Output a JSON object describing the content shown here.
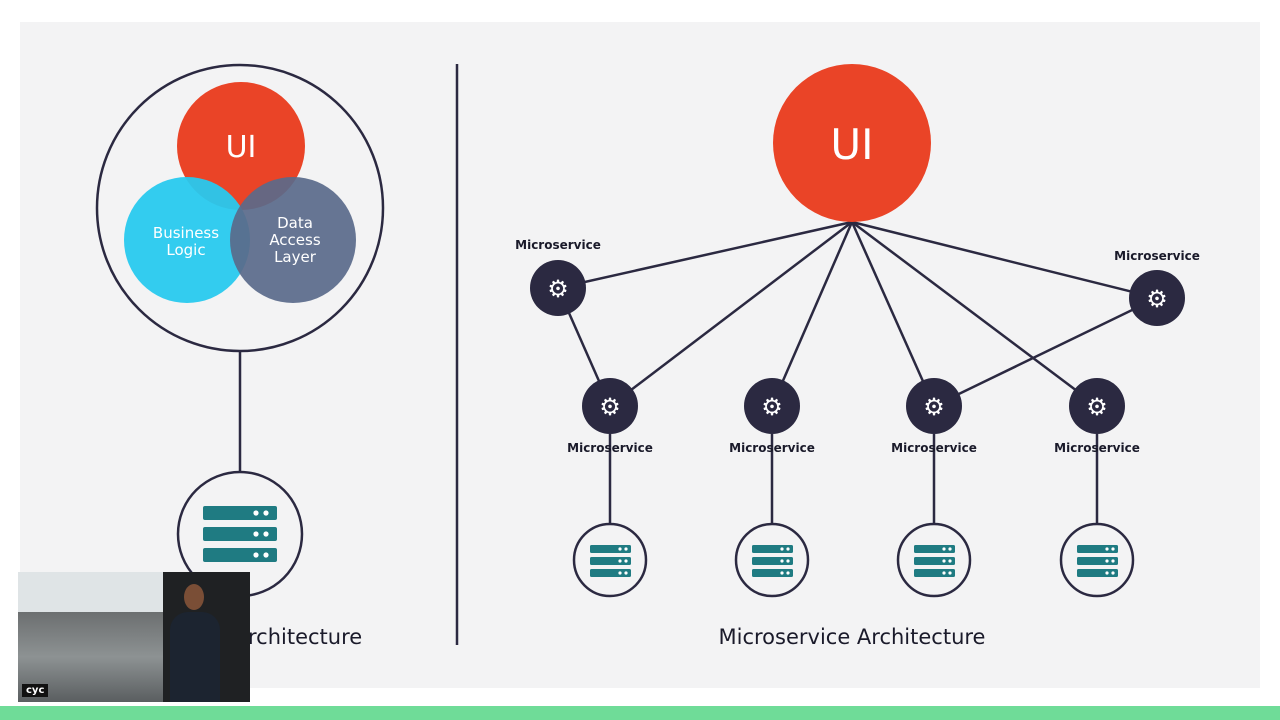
{
  "left": {
    "ui_label": "UI",
    "business_label": [
      "Business",
      "Logic"
    ],
    "data_access_label": [
      "Data",
      "Access",
      "Layer"
    ],
    "caption": "rchitecture"
  },
  "right": {
    "ui_label": "UI",
    "caption": "Microservice Architecture",
    "service_label": "Microservice"
  },
  "webcam": {
    "label": "cyc"
  },
  "colors": {
    "ui_red": "#ea4427",
    "business_cyan": "#28c9ee",
    "data_access_slate": "#5a6a8a",
    "service_navy": "#2b2941",
    "db_teal": "#1f7b82",
    "bar_green": "#6fdc98"
  }
}
